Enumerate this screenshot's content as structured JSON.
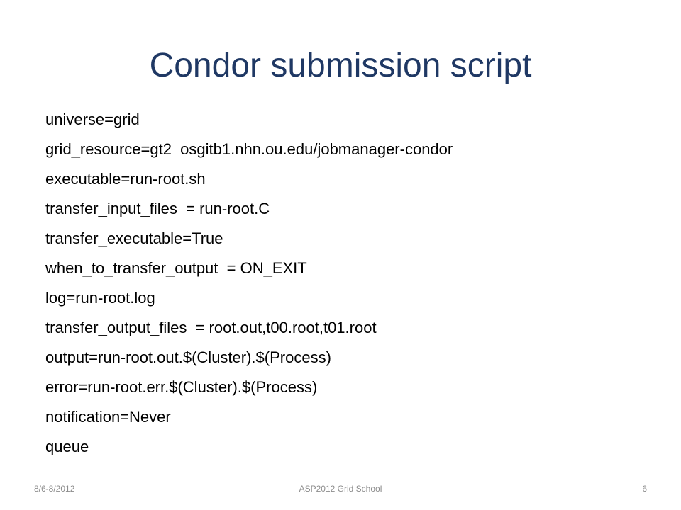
{
  "slide": {
    "title": "Condor submission script",
    "lines": [
      "universe=grid",
      "grid_resource=gt2  osgitb1.nhn.ou.edu/jobmanager-condor",
      "executable=run-root.sh",
      "transfer_input_files  = run-root.C",
      "transfer_executable=True",
      "when_to_transfer_output  = ON_EXIT",
      "log=run-root.log",
      "transfer_output_files  = root.out,t00.root,t01.root",
      "output=run-root.out.$(Cluster).$(Process)",
      "error=run-root.err.$(Cluster).$(Process)",
      "notification=Never",
      "queue"
    ]
  },
  "footer": {
    "date": "8/6-8/2012",
    "center": "ASP2012 Grid School",
    "page_number": "6"
  },
  "colors": {
    "title": "#1f3864",
    "body_text": "#000000",
    "footer_text": "#8c8c8c",
    "background": "#ffffff"
  }
}
